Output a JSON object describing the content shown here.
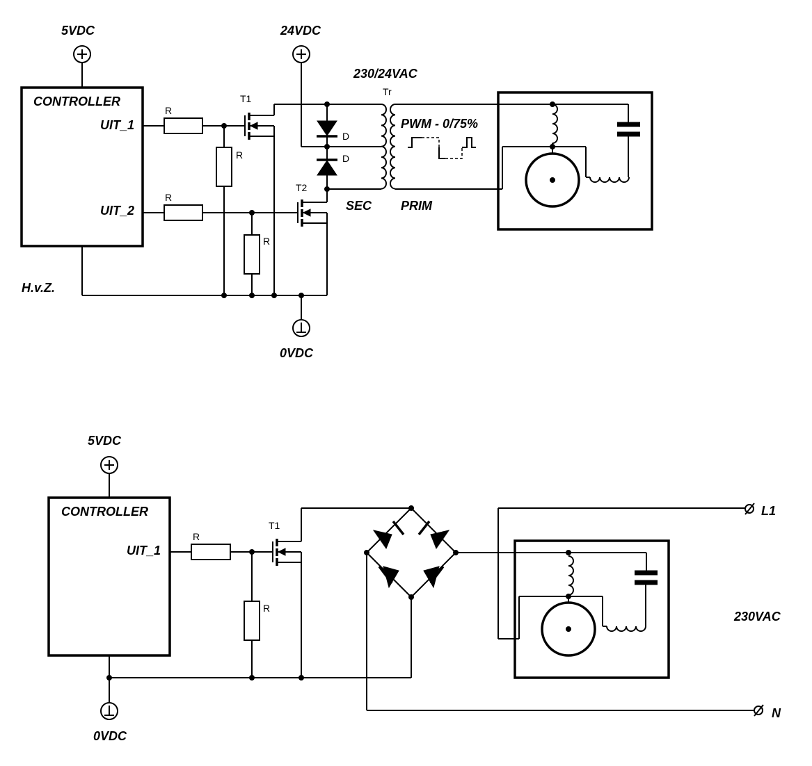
{
  "top": {
    "supply_5v": "5VDC",
    "supply_24v": "24VDC",
    "ground": "0VDC",
    "controller": "CONTROLLER",
    "out1": "UIT_1",
    "out2": "UIT_2",
    "resistor": "R",
    "t1": "T1",
    "t2": "T2",
    "diode": "D",
    "transformer_rating": "230/24VAC",
    "transformer": "Tr",
    "pwm": "PWM - 0/75%",
    "sec": "SEC",
    "prim": "PRIM",
    "note": "H.v.Z."
  },
  "bottom": {
    "supply_5v": "5VDC",
    "ground": "0VDC",
    "controller": "CONTROLLER",
    "out1": "UIT_1",
    "resistor": "R",
    "t1": "T1",
    "l1": "L1",
    "n": "N",
    "mains": "230VAC"
  }
}
